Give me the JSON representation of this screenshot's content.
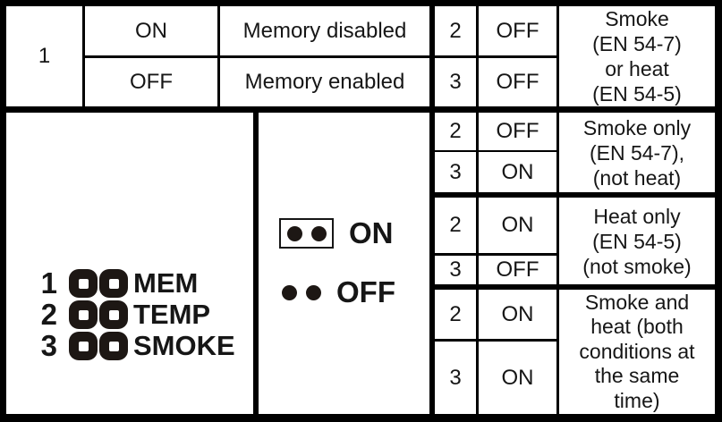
{
  "colors": {
    "border": "#000000",
    "text": "#161616",
    "background": "#ffffff",
    "pin_fill": "#1d1714"
  },
  "memory_table": {
    "switch_number": "1",
    "rows": [
      {
        "state": "ON",
        "description": "Memory disabled"
      },
      {
        "state": "OFF",
        "description": "Memory enabled"
      }
    ]
  },
  "mode_table": {
    "groups": [
      {
        "rows": [
          {
            "switch": "2",
            "state": "OFF"
          },
          {
            "switch": "3",
            "state": "OFF"
          }
        ],
        "description": "Smoke\n(EN 54-7)\nor heat\n(EN 54-5)"
      },
      {
        "rows": [
          {
            "switch": "2",
            "state": "OFF"
          },
          {
            "switch": "3",
            "state": "ON"
          }
        ],
        "description": "Smoke only\n(EN 54-7),\n(not heat)"
      },
      {
        "rows": [
          {
            "switch": "2",
            "state": "ON"
          },
          {
            "switch": "3",
            "state": "OFF"
          }
        ],
        "description": "Heat only\n(EN 54-5)\n(not smoke)"
      },
      {
        "rows": [
          {
            "switch": "2",
            "state": "ON"
          },
          {
            "switch": "3",
            "state": "ON"
          }
        ],
        "description": "Smoke and\nheat (both\nconditions at\nthe same\ntime)"
      }
    ]
  },
  "jumper_diagram": {
    "rows": [
      {
        "number": "1",
        "label": "MEM"
      },
      {
        "number": "2",
        "label": "TEMP"
      },
      {
        "number": "3",
        "label": "SMOKE"
      }
    ]
  },
  "legend": {
    "on_label": "ON",
    "off_label": "OFF"
  }
}
